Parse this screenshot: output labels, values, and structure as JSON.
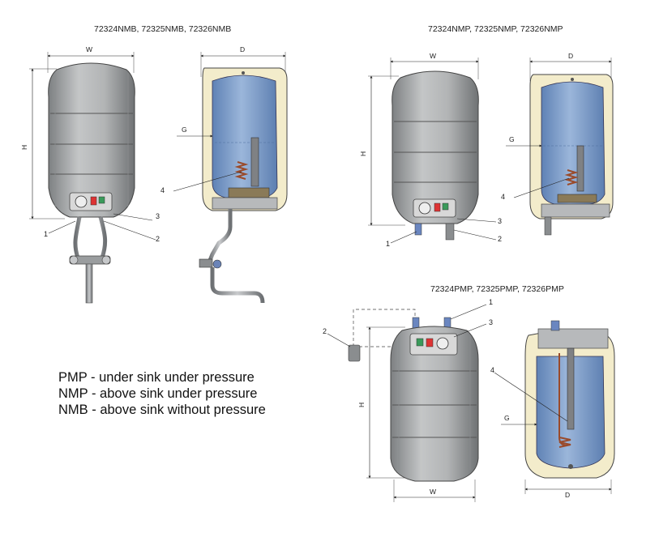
{
  "titles": {
    "nmb": "72324NMB, 72325NMB, 72326NMB",
    "nmp": "72324NMP, 72325NMP, 72326NMP",
    "pmp": "72324PMP, 72325PMP, 72326PMP"
  },
  "dimensions": {
    "w": "W",
    "d": "D",
    "h": "H",
    "g": "G"
  },
  "callouts": {
    "c1": "1",
    "c2": "2",
    "c3": "3",
    "c4": "4"
  },
  "legend": [
    "PMP - under sink under pressure",
    "NMP - above sink under pressure",
    "NMB - above sink without pressure"
  ],
  "colors": {
    "body": "#a9acad",
    "tank": "#7e9ecb",
    "insulation": "#f3eccb",
    "pipe": "#8c8f92"
  }
}
